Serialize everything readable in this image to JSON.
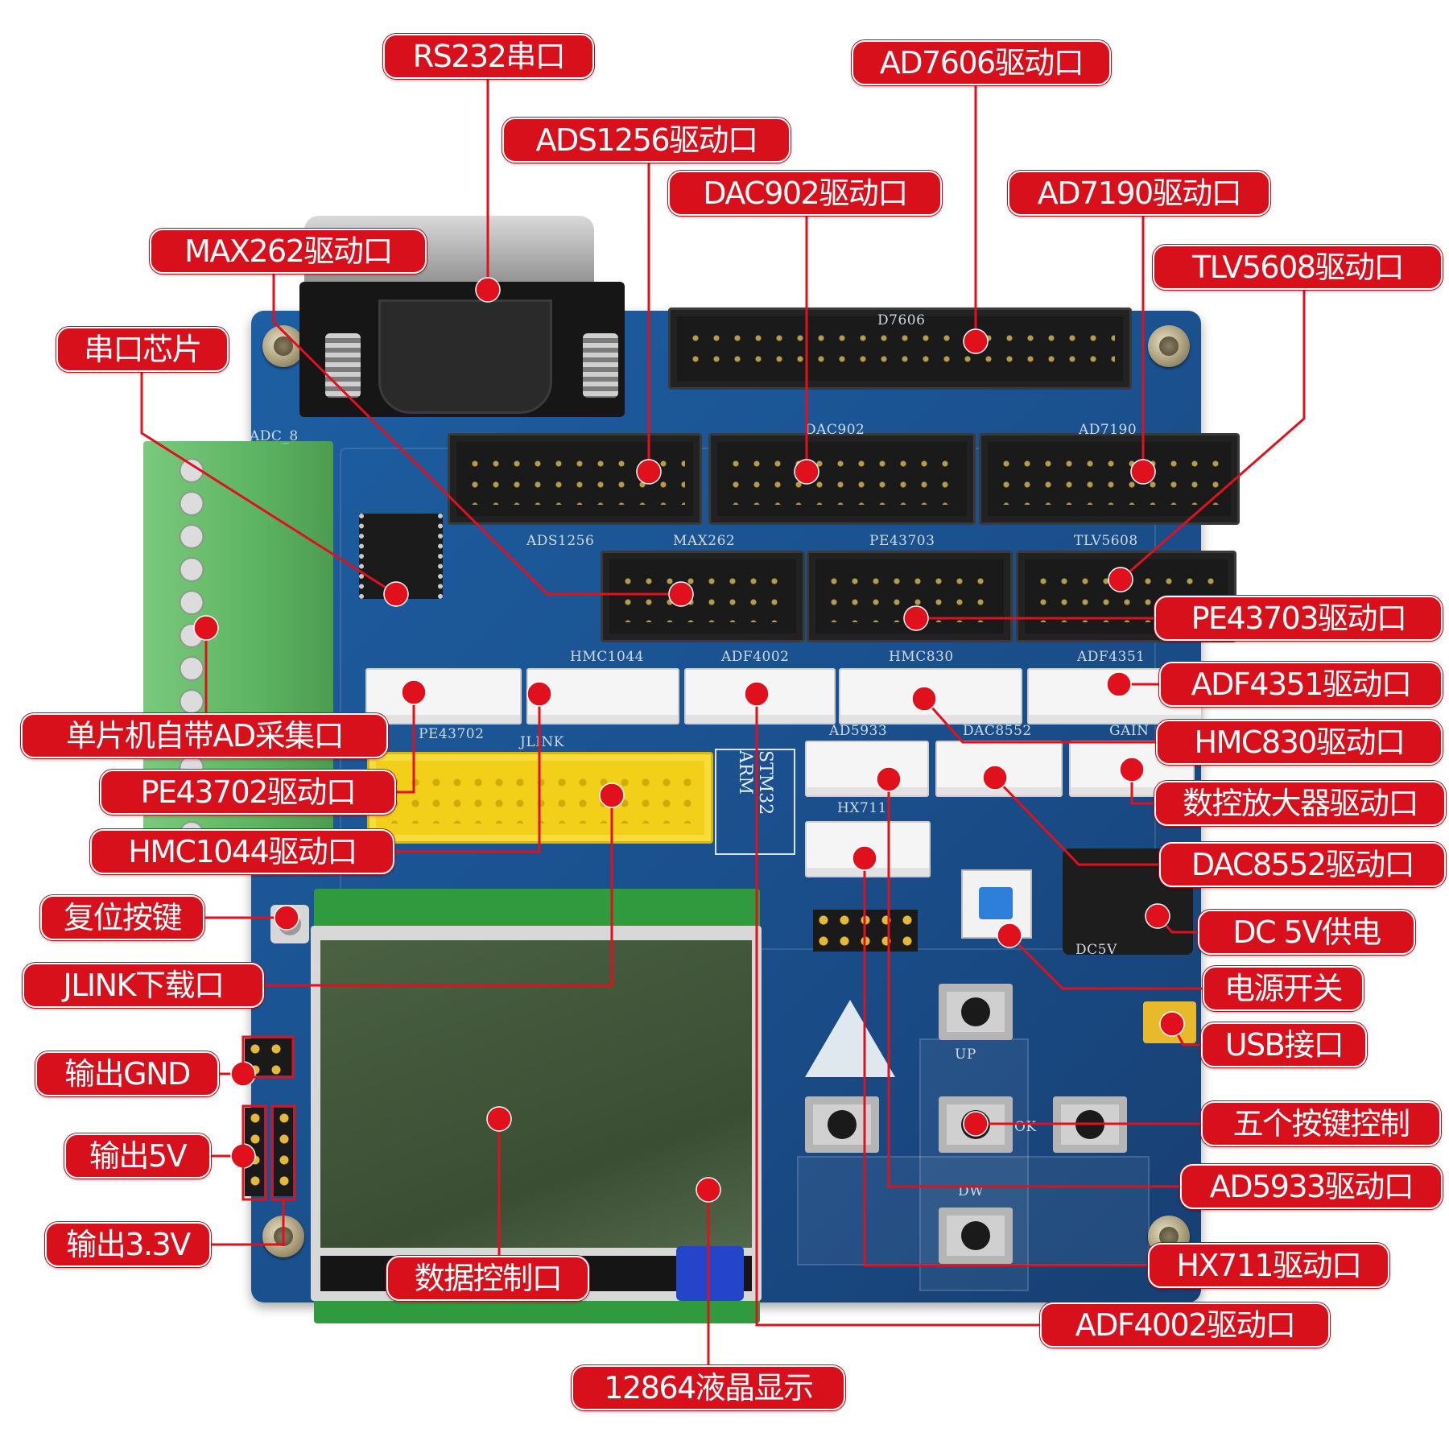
{
  "callouts": [
    {
      "id": "rs232",
      "text": "RS232串口"
    },
    {
      "id": "ad7606",
      "text": "AD7606驱动口"
    },
    {
      "id": "ads1256",
      "text": "ADS1256驱动口"
    },
    {
      "id": "dac902",
      "text": "DAC902驱动口"
    },
    {
      "id": "ad7190",
      "text": "AD7190驱动口"
    },
    {
      "id": "max262",
      "text": "MAX262驱动口"
    },
    {
      "id": "tlv5608",
      "text": "TLV5608驱动口"
    },
    {
      "id": "serial_chip",
      "text": "串口芯片"
    },
    {
      "id": "pe43703",
      "text": "PE43703驱动口"
    },
    {
      "id": "adf4351",
      "text": "ADF4351驱动口"
    },
    {
      "id": "mcu_ad",
      "text": "单片机自带AD采集口"
    },
    {
      "id": "hmc830",
      "text": "HMC830驱动口"
    },
    {
      "id": "pe43702",
      "text": "PE43702驱动口"
    },
    {
      "id": "gain_amp",
      "text": "数控放大器驱动口"
    },
    {
      "id": "hmc1044",
      "text": "HMC1044驱动口"
    },
    {
      "id": "dac8552",
      "text": "DAC8552驱动口"
    },
    {
      "id": "reset_key",
      "text": "复位按键"
    },
    {
      "id": "dc5v",
      "text": "DC 5V供电"
    },
    {
      "id": "jlink",
      "text": "JLINK下载口"
    },
    {
      "id": "power_switch",
      "text": "电源开关"
    },
    {
      "id": "usb",
      "text": "USB接口"
    },
    {
      "id": "out_gnd",
      "text": "输出GND"
    },
    {
      "id": "five_keys",
      "text": "五个按键控制"
    },
    {
      "id": "out_5v",
      "text": "输出5V"
    },
    {
      "id": "ad5933",
      "text": "AD5933驱动口"
    },
    {
      "id": "out_3v3",
      "text": "输出3.3V"
    },
    {
      "id": "data_ctrl",
      "text": "数据控制口"
    },
    {
      "id": "hx711",
      "text": "HX711驱动口"
    },
    {
      "id": "adf4002",
      "text": "ADF4002驱动口"
    },
    {
      "id": "lcd12864",
      "text": "12864液晶显示"
    }
  ],
  "board": {
    "silkscreen": {
      "ad7606": "D7606",
      "dac902": "DAC902",
      "ad7190": "AD7190",
      "ads1256": "ADS1256",
      "max262": "MAX262",
      "pe43703": "PE43703",
      "tlv5608": "TLV5608",
      "pe43702": "PE43702",
      "hmc1044": "HMC1044",
      "adf4002": "ADF4002",
      "hmc830": "HMC830",
      "adf4351": "ADF4351",
      "ad5933": "AD5933",
      "dac8552": "DAC8552",
      "gain": "GAIN",
      "hx711": "HX711",
      "jlink": "JLINK",
      "adc": "ADC_8",
      "dc5v": "DC5V",
      "up": "UP",
      "ok": "OK",
      "dw": "DW",
      "mcu": "STM32 ARM"
    }
  },
  "colors": {
    "callout_bg": "#d7101c",
    "callout_text": "#ffffff",
    "board_blue": "#1d5fa3",
    "leader": "#e0101c"
  }
}
